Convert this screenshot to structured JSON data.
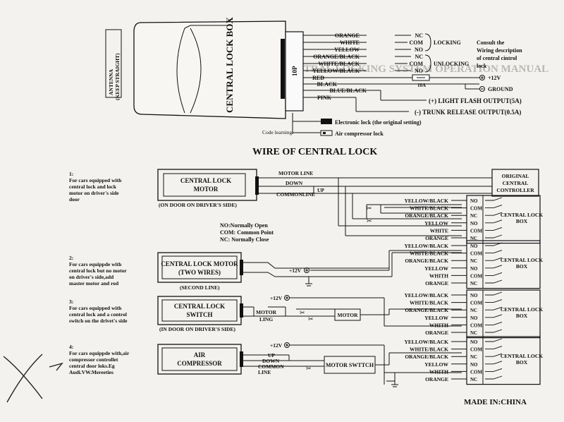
{
  "top": {
    "antenna_label": "ANTENNA",
    "antenna_sub": "(KEEP STRAIGHT)",
    "box_label": "CENTRAL LOCK BOX",
    "connector_label": "10P",
    "wires": [
      "ORANGE",
      "WHITE",
      "YELLOW",
      "ORANGE/BLACK",
      "WHITE/BLACK",
      "YELLOW/BLACK",
      "RED",
      "BLACK",
      "BLUE/BLACK",
      "PINK"
    ],
    "lock_terms": [
      "NC",
      "COM",
      "NO"
    ],
    "unlock_terms": [
      "NC",
      "COM",
      "NO"
    ],
    "locking_label": "LOCKING",
    "unlocking_label": "UNLOCKING",
    "consult_note": [
      "Consult the",
      "Wiring description",
      "of central cintrol",
      "lock"
    ],
    "fuse_label": "10A",
    "plus12": "+12V",
    "ground": "GROUND",
    "light_flash": "(+) LIGHT FLASH OUTPUT(5A)",
    "trunk": "(-)  TRUNK RELEASE OUTPUT(0.5A)",
    "electronic_lock": "Electronic lock (the original setting)",
    "air_lock": "Air compressor lock",
    "code_learning": "Code learning"
  },
  "title": "WIRE OF CENTRAL LOCK",
  "legend": [
    "NO:Normally Open",
    "COM: Common Point",
    "NC: Normally Close"
  ],
  "relay_terms": [
    "NO",
    "COM",
    "NC",
    "NO",
    "COM",
    "NC"
  ],
  "central_lock_box": "CENTRAL LOCK BOX",
  "sections": [
    {
      "num": "1:",
      "desc": [
        "For cars equipped with",
        "central lock and lock",
        "motor on driver's side",
        "door"
      ],
      "box": [
        "CENTRAL LOCK",
        "MOTOR"
      ],
      "under": "(ON DOOR ON DRIVER'S SIDE)",
      "lines": [
        "MOTOR LINE",
        "DOWN",
        "COMMONLINE"
      ],
      "up": "UP",
      "original": [
        "ORIGINAL",
        "CENTRAL",
        "CONTROLLER"
      ],
      "wires": [
        "YELLOW/BLACK",
        "WHITE/BLACK",
        "ORANGE/BLACK",
        "YELLOW",
        "WHITE",
        "ORANGE"
      ]
    },
    {
      "num": "2:",
      "desc": [
        "For cars equippde with",
        "central lock but no motor",
        "on driver's side,add",
        "master motor and rod"
      ],
      "box": [
        "CENTRAL LOCK MOTOR",
        "(TWO WIRES)"
      ],
      "under": "(SECOND LINE)",
      "plus": "+12V",
      "wires": [
        "YELLOW/BLACK",
        "WHITE/BLACK",
        "ORANGE/BLACK",
        "YELLOW",
        "WHITH",
        "ORANGE"
      ]
    },
    {
      "num": "3:",
      "desc": [
        "For cars equipped with",
        "central lock and a control",
        "switch on the drivet's side"
      ],
      "box": [
        "CENTRAL LOCK",
        "SWITCH"
      ],
      "under": "(IN DOOR ON DRIVER'S SIDE)",
      "plus": "+12V",
      "lines": [
        "MOTOR",
        "LING"
      ],
      "motor": "MOTOR",
      "wires": [
        "YELLOW/BLACK",
        "WHITE/BLACK",
        "ORANGE/BLACK",
        "YELLOW",
        "WHITH",
        "ORANGE"
      ]
    },
    {
      "num": "4:",
      "desc": [
        "For cars equippde with,air",
        "compressor controllet",
        "central door loks.Eg",
        "Audi.VW.Mereeties"
      ],
      "box": [
        "AIR",
        "COMPRESSOR"
      ],
      "plus": "+12V",
      "lines": [
        "UP",
        "DOWN",
        "COMMON",
        "LINE"
      ],
      "motor": "MOTOR SWTTCH",
      "wires": [
        "YELLOW/BLACK",
        "WHITE/BLACK",
        "ORANGE/BLACK",
        "YELLOW",
        "WHITH",
        "ORANGE"
      ]
    }
  ],
  "made_in": "MADE IN:CHINA",
  "ghost_text": [
    "REMOTE CONTROL CENTRAL LOCKING SYSTEM OPERATION MANUAL"
  ]
}
